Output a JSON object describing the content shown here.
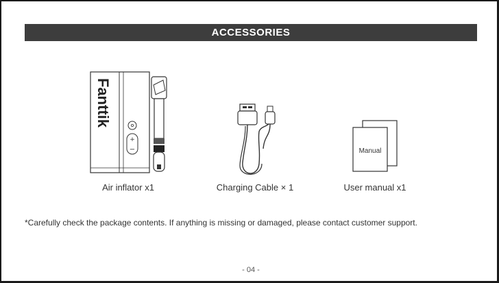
{
  "header": {
    "title": "ACCESSORIES"
  },
  "items": [
    {
      "device_brand": "Fanttik",
      "caption": "Air inflator x1"
    },
    {
      "caption": "Charging Cable × 1"
    },
    {
      "booklet_label": "Manual",
      "caption": "User manual x1"
    }
  ],
  "note": "*Carefully check the package contents. If anything is missing or damaged, please contact customer support.",
  "footer": {
    "page_number": "- 04 -"
  }
}
